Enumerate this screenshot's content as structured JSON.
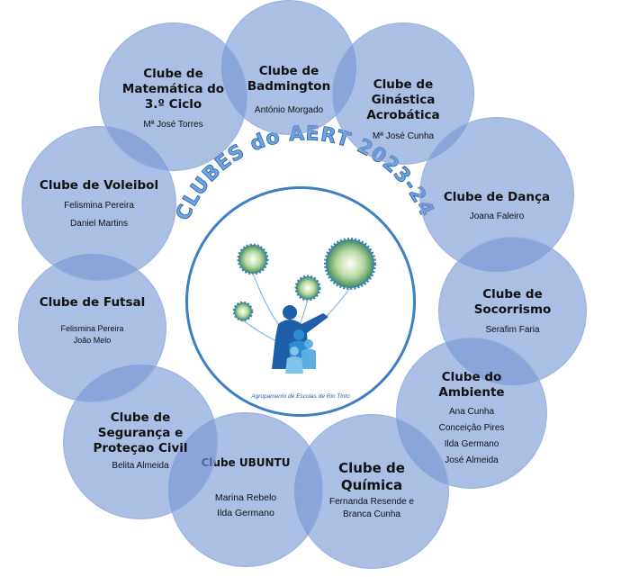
{
  "title": "CLUBES do AERT 2023-24",
  "logo_caption": "Agrupamento de Escolas de Rio Tinto",
  "clubs": [
    {
      "name": "Clube de\nBadmington",
      "people": [
        "António Morgado"
      ]
    },
    {
      "name": "Clube de\nGinástica\nAcrobática",
      "people": [
        "Mª José Cunha"
      ]
    },
    {
      "name": "Clube de Dança",
      "people": [
        "Joana Faleiro"
      ]
    },
    {
      "name": "Clube de\nSocorrismo",
      "people": [
        "Serafim Faria"
      ]
    },
    {
      "name": "Clube do\nAmbiente",
      "people": [
        "Ana Cunha",
        "Conceição Pires",
        "Ilda Germano",
        "José Almeida"
      ]
    },
    {
      "name": "Clube de\nQuímica",
      "people": [
        "Fernanda Resende e",
        "Branca Cunha"
      ]
    },
    {
      "name": "Clube UBUNTU",
      "people": [
        "Marina Rebelo",
        "Ilda Germano"
      ]
    },
    {
      "name": "Clube de\nSegurança e\nProteçao Civil",
      "people": [
        "Belita Almeida"
      ]
    },
    {
      "name": "Clube de Futsal",
      "people": [
        "Felismina Pereira",
        "João Melo"
      ]
    },
    {
      "name": "Clube de Voleibol",
      "people": [
        "Felismina Pereira",
        "Daniel Martins"
      ]
    },
    {
      "name": "Clube de\nMatemática do\n3.º Ciclo",
      "people": [
        "Mª José Torres"
      ]
    }
  ],
  "colors": {
    "circle_fill": "#7896d4",
    "ring": "#3c7fc4",
    "title_fill": "#6aa6e0",
    "title_stroke": "#2a5aa6"
  }
}
